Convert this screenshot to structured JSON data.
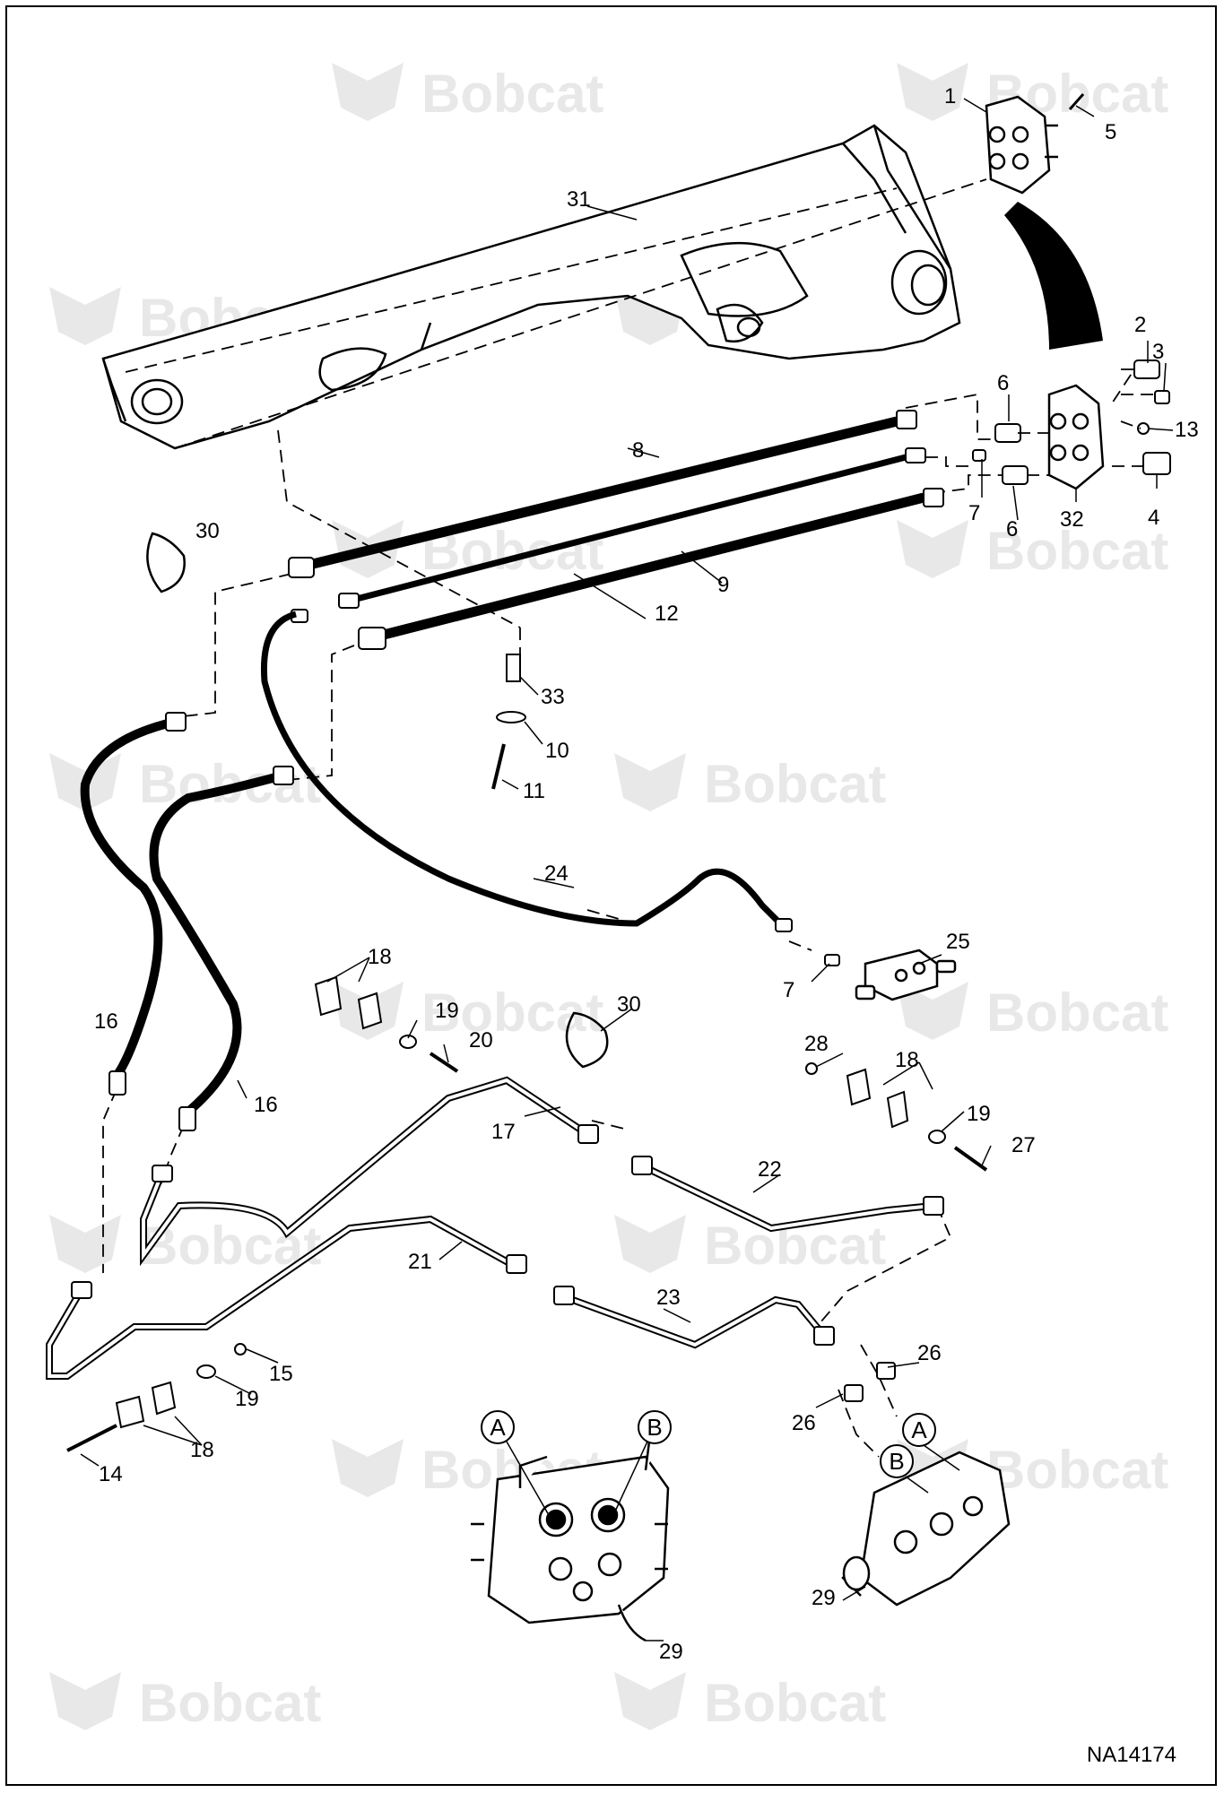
{
  "watermark": {
    "text": "Bobcat",
    "color": "#e8e8e8"
  },
  "drawing_number": "NA14174",
  "callouts": [
    "1",
    "2",
    "3",
    "4",
    "5",
    "6",
    "6",
    "7",
    "7",
    "8",
    "9",
    "10",
    "11",
    "12",
    "13",
    "14",
    "15",
    "16",
    "16",
    "17",
    "18",
    "18",
    "18",
    "19",
    "19",
    "19",
    "20",
    "21",
    "22",
    "23",
    "24",
    "25",
    "26",
    "26",
    "27",
    "28",
    "29",
    "29",
    "30",
    "30",
    "31",
    "32",
    "33"
  ],
  "circle_labels": {
    "a_left": "A",
    "b_left": "B",
    "a_right": "A",
    "b_right": "B"
  },
  "icons": [
    "bobcat-logo-icon"
  ]
}
